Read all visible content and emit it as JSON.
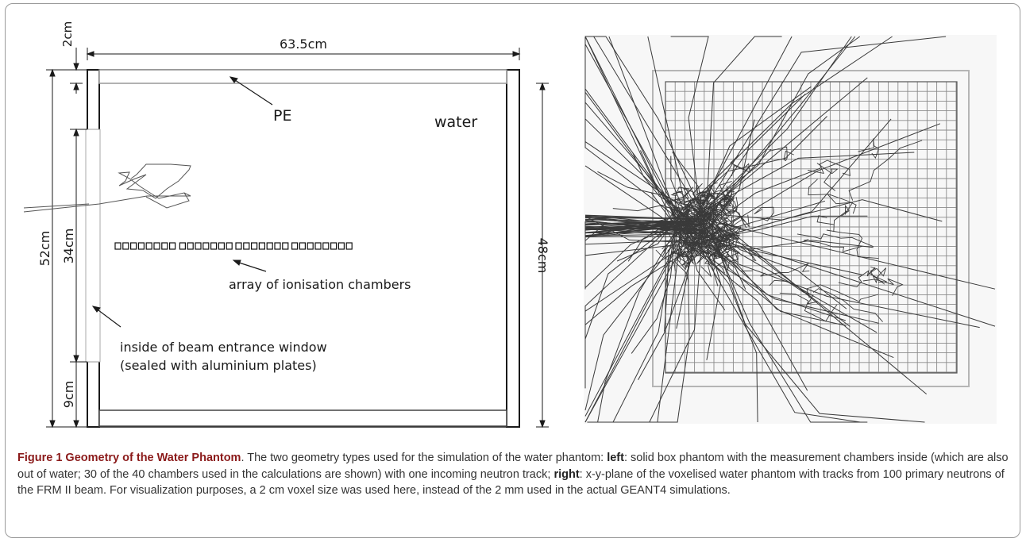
{
  "diagram": {
    "dimensions": {
      "width": "63.5cm",
      "top_gap": "2cm",
      "total_height": "52cm",
      "window_height": "34cm",
      "bottom_gap": "9cm",
      "inner_height": "48cm"
    },
    "labels": {
      "pe": "PE",
      "water": "water",
      "chambers": "array of ionisation chambers",
      "window_line1": "inside of beam entrance window",
      "window_line2": "(sealed with aluminium plates)"
    },
    "chamber_count": 30,
    "colors": {
      "line": "#1a1a1a",
      "pe": "#999999",
      "tracks": "#3a3a3a",
      "grid": "#7a7a7a"
    }
  },
  "caption": {
    "figure_label": "Figure 1 Geometry of the Water Phantom",
    "text_before_left": ". The two geometry types used for the simulation of the water phantom: ",
    "left_kw": "left",
    "text_left": ": solid box phantom with the measurement chambers inside (which are also out of water; 30 of the 40 chambers used in the calculations are shown) with one incoming neutron track; ",
    "right_kw": "right",
    "text_right": ": x-y-plane of the voxelised water phantom with tracks from 100 primary neutrons of the FRM II beam. For visualization purposes, a 2 cm voxel size was used here, instead of the 2 mm used in the actual GEANT4 simulations."
  }
}
